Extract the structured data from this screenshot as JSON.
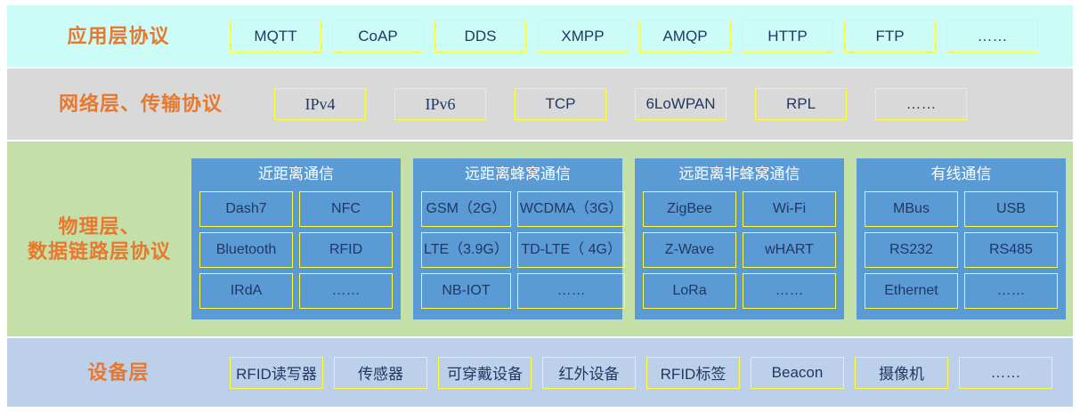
{
  "colors": {
    "layer_label": "#e8782d",
    "chip_border": "#ffff33",
    "chip_text": "#1f3864",
    "application_layer_bg": "#ccfcf8",
    "network_layer_bg": "#d9d9d9",
    "physical_layer_bg": "#c5dfa8",
    "device_layer_bg": "#bdd0ea",
    "group_bg": "#5b9bd5",
    "group_title_text": "#ffffff"
  },
  "layers": {
    "application": {
      "label": "应用层协议",
      "items": [
        "MQTT",
        "CoAP",
        "DDS",
        "XMPP",
        "AMQP",
        "HTTP",
        "FTP",
        "……"
      ]
    },
    "network": {
      "label": "网络层、传输协议",
      "items": [
        "IPv4",
        "IPv6",
        "TCP",
        "6LoWPAN",
        "RPL",
        "……"
      ]
    },
    "physical": {
      "label_line1": "物理层、",
      "label_line2": "数据链路层协议",
      "groups": [
        {
          "title": "近距离通信",
          "items": [
            {
              "line1": "Dash7",
              "line2": ""
            },
            {
              "line1": "NFC",
              "line2": ""
            },
            {
              "line1": "Bluetooth",
              "line2": ""
            },
            {
              "line1": "RFID",
              "line2": ""
            },
            {
              "line1": "IRdA",
              "line2": ""
            },
            {
              "line1": "……",
              "line2": ""
            }
          ]
        },
        {
          "title": "远距离蜂窝通信",
          "items": [
            {
              "line1": "GSM（2G）",
              "line2": ""
            },
            {
              "line1": "WCDMA",
              "line2": "（3G）"
            },
            {
              "line1": "LTE",
              "line2": "（3.9G）"
            },
            {
              "line1": "TD-LTE",
              "line2": "（ 4G）"
            },
            {
              "line1": "NB-IOT",
              "line2": ""
            },
            {
              "line1": "……",
              "line2": ""
            }
          ]
        },
        {
          "title": "远距离非蜂窝通信",
          "items": [
            {
              "line1": "ZigBee",
              "line2": ""
            },
            {
              "line1": "Wi-Fi",
              "line2": ""
            },
            {
              "line1": "Z-Wave",
              "line2": ""
            },
            {
              "line1": "wHART",
              "line2": ""
            },
            {
              "line1": "LoRa",
              "line2": ""
            },
            {
              "line1": "……",
              "line2": ""
            }
          ]
        },
        {
          "title": "有线通信",
          "items": [
            {
              "line1": "MBus",
              "line2": ""
            },
            {
              "line1": "USB",
              "line2": ""
            },
            {
              "line1": "RS232",
              "line2": ""
            },
            {
              "line1": "RS485",
              "line2": ""
            },
            {
              "line1": "Ethernet",
              "line2": ""
            },
            {
              "line1": "……",
              "line2": ""
            }
          ]
        }
      ]
    },
    "device": {
      "label": "设备层",
      "items": [
        "RFID读写器",
        "传感器",
        "可穿戴设备",
        "红外设备",
        "RFID标签",
        "Beacon",
        "摄像机",
        "……"
      ]
    }
  }
}
